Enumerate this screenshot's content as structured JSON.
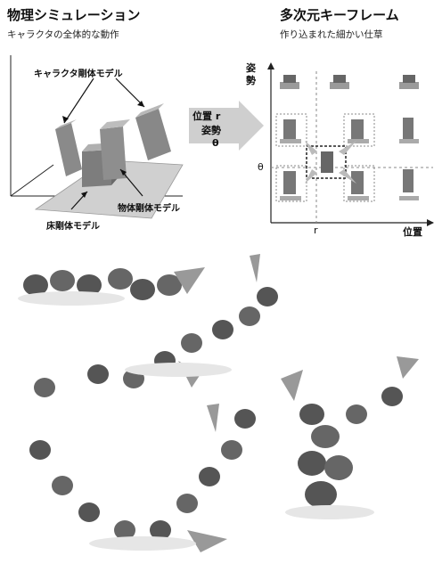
{
  "left_header": {
    "title": "物理シミュレーション",
    "subtitle": "キャラクタの全体的な動作"
  },
  "right_header": {
    "title": "多次元キーフレーム",
    "subtitle": "作り込まれた細かい仕草"
  },
  "left_labels": {
    "character_rigid": "キャラクタ剛体モデル",
    "object_rigid": "物体剛体モデル",
    "floor_rigid": "床剛体モデル"
  },
  "middle_arrow": {
    "line1": "位置",
    "line1_var": "r",
    "line2": "姿勢",
    "line3": "θ"
  },
  "right_grid": {
    "y_axis_label": "姿勢",
    "y_tick": "θ",
    "x_tick": "r",
    "x_axis_label": "位置"
  },
  "colors": {
    "rigid_body": "#8a8a8a",
    "arrow_fill": "#d0d0d0",
    "dashed": "#777777",
    "floor": "#c8c8c8"
  }
}
